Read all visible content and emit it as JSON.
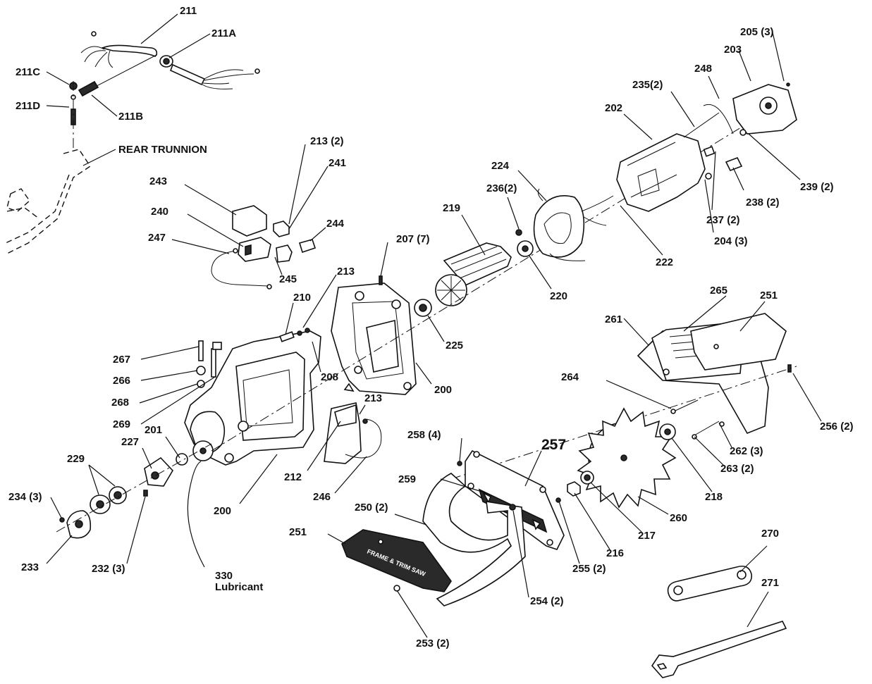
{
  "diagram": {
    "labels": [
      {
        "id": "211",
        "text": "211"
      },
      {
        "id": "211A",
        "text": "211A"
      },
      {
        "id": "211C",
        "text": "211C"
      },
      {
        "id": "211D",
        "text": "211D"
      },
      {
        "id": "211B",
        "text": "211B"
      },
      {
        "id": "rear-trunnion",
        "text": "REAR TRUNNION"
      },
      {
        "id": "213-2a",
        "text": "213 (2)"
      },
      {
        "id": "241",
        "text": "241"
      },
      {
        "id": "243",
        "text": "243"
      },
      {
        "id": "240",
        "text": "240"
      },
      {
        "id": "244",
        "text": "244"
      },
      {
        "id": "247",
        "text": "247"
      },
      {
        "id": "245",
        "text": "245"
      },
      {
        "id": "207-7",
        "text": "207 (7)"
      },
      {
        "id": "213a",
        "text": "213"
      },
      {
        "id": "210",
        "text": "210"
      },
      {
        "id": "208",
        "text": "208"
      },
      {
        "id": "200a",
        "text": "200"
      },
      {
        "id": "225",
        "text": "225"
      },
      {
        "id": "219",
        "text": "219"
      },
      {
        "id": "236-2",
        "text": "236(2)"
      },
      {
        "id": "224",
        "text": "224"
      },
      {
        "id": "220",
        "text": "220"
      },
      {
        "id": "202",
        "text": "202"
      },
      {
        "id": "235-2",
        "text": "235(2)"
      },
      {
        "id": "248",
        "text": "248"
      },
      {
        "id": "205-3",
        "text": "205 (3)"
      },
      {
        "id": "203",
        "text": "203"
      },
      {
        "id": "239-2",
        "text": "239 (2)"
      },
      {
        "id": "238-2",
        "text": "238 (2)"
      },
      {
        "id": "237-2",
        "text": "237 (2)"
      },
      {
        "id": "204-3",
        "text": "204 (3)"
      },
      {
        "id": "222",
        "text": "222"
      },
      {
        "id": "267",
        "text": "267"
      },
      {
        "id": "266",
        "text": "266"
      },
      {
        "id": "268",
        "text": "268"
      },
      {
        "id": "269",
        "text": "269"
      },
      {
        "id": "201",
        "text": "201"
      },
      {
        "id": "227",
        "text": "227"
      },
      {
        "id": "229",
        "text": "229"
      },
      {
        "id": "234-3",
        "text": "234 (3)"
      },
      {
        "id": "233",
        "text": "233"
      },
      {
        "id": "232-3",
        "text": "232 (3)"
      },
      {
        "id": "330",
        "text": "330"
      },
      {
        "id": "lubricant",
        "text": "Lubricant"
      },
      {
        "id": "200b",
        "text": "200"
      },
      {
        "id": "212",
        "text": "212"
      },
      {
        "id": "213b",
        "text": "213"
      },
      {
        "id": "246",
        "text": "246"
      },
      {
        "id": "261",
        "text": "261"
      },
      {
        "id": "265",
        "text": "265"
      },
      {
        "id": "251a",
        "text": "251"
      },
      {
        "id": "264",
        "text": "264"
      },
      {
        "id": "256-2",
        "text": "256 (2)"
      },
      {
        "id": "258-4",
        "text": "258 (4)"
      },
      {
        "id": "257",
        "text": "257"
      },
      {
        "id": "259",
        "text": "259"
      },
      {
        "id": "262-3",
        "text": "262 (3)"
      },
      {
        "id": "263-2",
        "text": "263 (2)"
      },
      {
        "id": "218",
        "text": "218"
      },
      {
        "id": "260",
        "text": "260"
      },
      {
        "id": "217",
        "text": "217"
      },
      {
        "id": "216",
        "text": "216"
      },
      {
        "id": "255-2",
        "text": "255 (2)"
      },
      {
        "id": "250-2",
        "text": "250 (2)"
      },
      {
        "id": "251b",
        "text": "251"
      },
      {
        "id": "254-2",
        "text": "254 (2)"
      },
      {
        "id": "253-2",
        "text": "253 (2)"
      },
      {
        "id": "270",
        "text": "270"
      },
      {
        "id": "271",
        "text": "271"
      }
    ],
    "decal_text": "FRAME & TRIM SAW"
  }
}
